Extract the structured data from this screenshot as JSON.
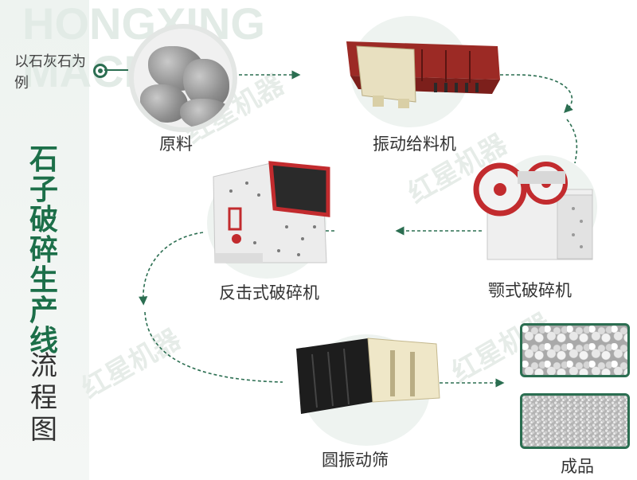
{
  "background_text": "HONGXING MACHINE",
  "side": {
    "title": "石子破碎生产线",
    "subtitle": "流程图",
    "note": "以石灰石为例"
  },
  "stages": {
    "raw": "原料",
    "feeder": "振动给料机",
    "jaw": "颚式破碎机",
    "impact": "反击式破碎机",
    "screen": "圆振动筛",
    "product": "成品"
  },
  "watermark": "红星机器",
  "colors": {
    "accent_green": "#2b6e51",
    "title_green": "#1c6f49",
    "machine_red": "#b2262b",
    "machine_cream": "#efe8cc",
    "machine_dark": "#1e1e1e"
  }
}
